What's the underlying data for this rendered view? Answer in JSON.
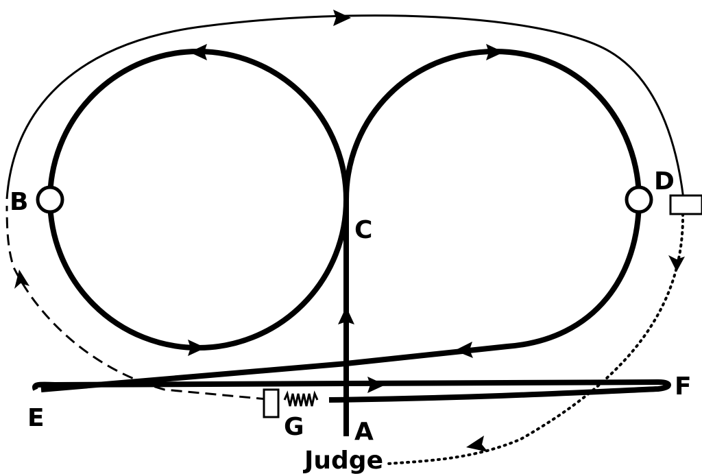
{
  "diagram": {
    "labels": {
      "a": "A",
      "b": "B",
      "c": "C",
      "d": "D",
      "e": "E",
      "f": "F",
      "g": "G",
      "judge": "Judge"
    },
    "colors": {
      "stroke": "#000000",
      "background": "#ffffff"
    },
    "line_styles": {
      "main_track": "thick-solid",
      "outer_return": "thin-solid",
      "left_return": "dashed",
      "right_return": "dotted"
    },
    "icons": [
      "arrow-icon",
      "spring-icon",
      "box-icon",
      "circle-marker-icon"
    ]
  }
}
